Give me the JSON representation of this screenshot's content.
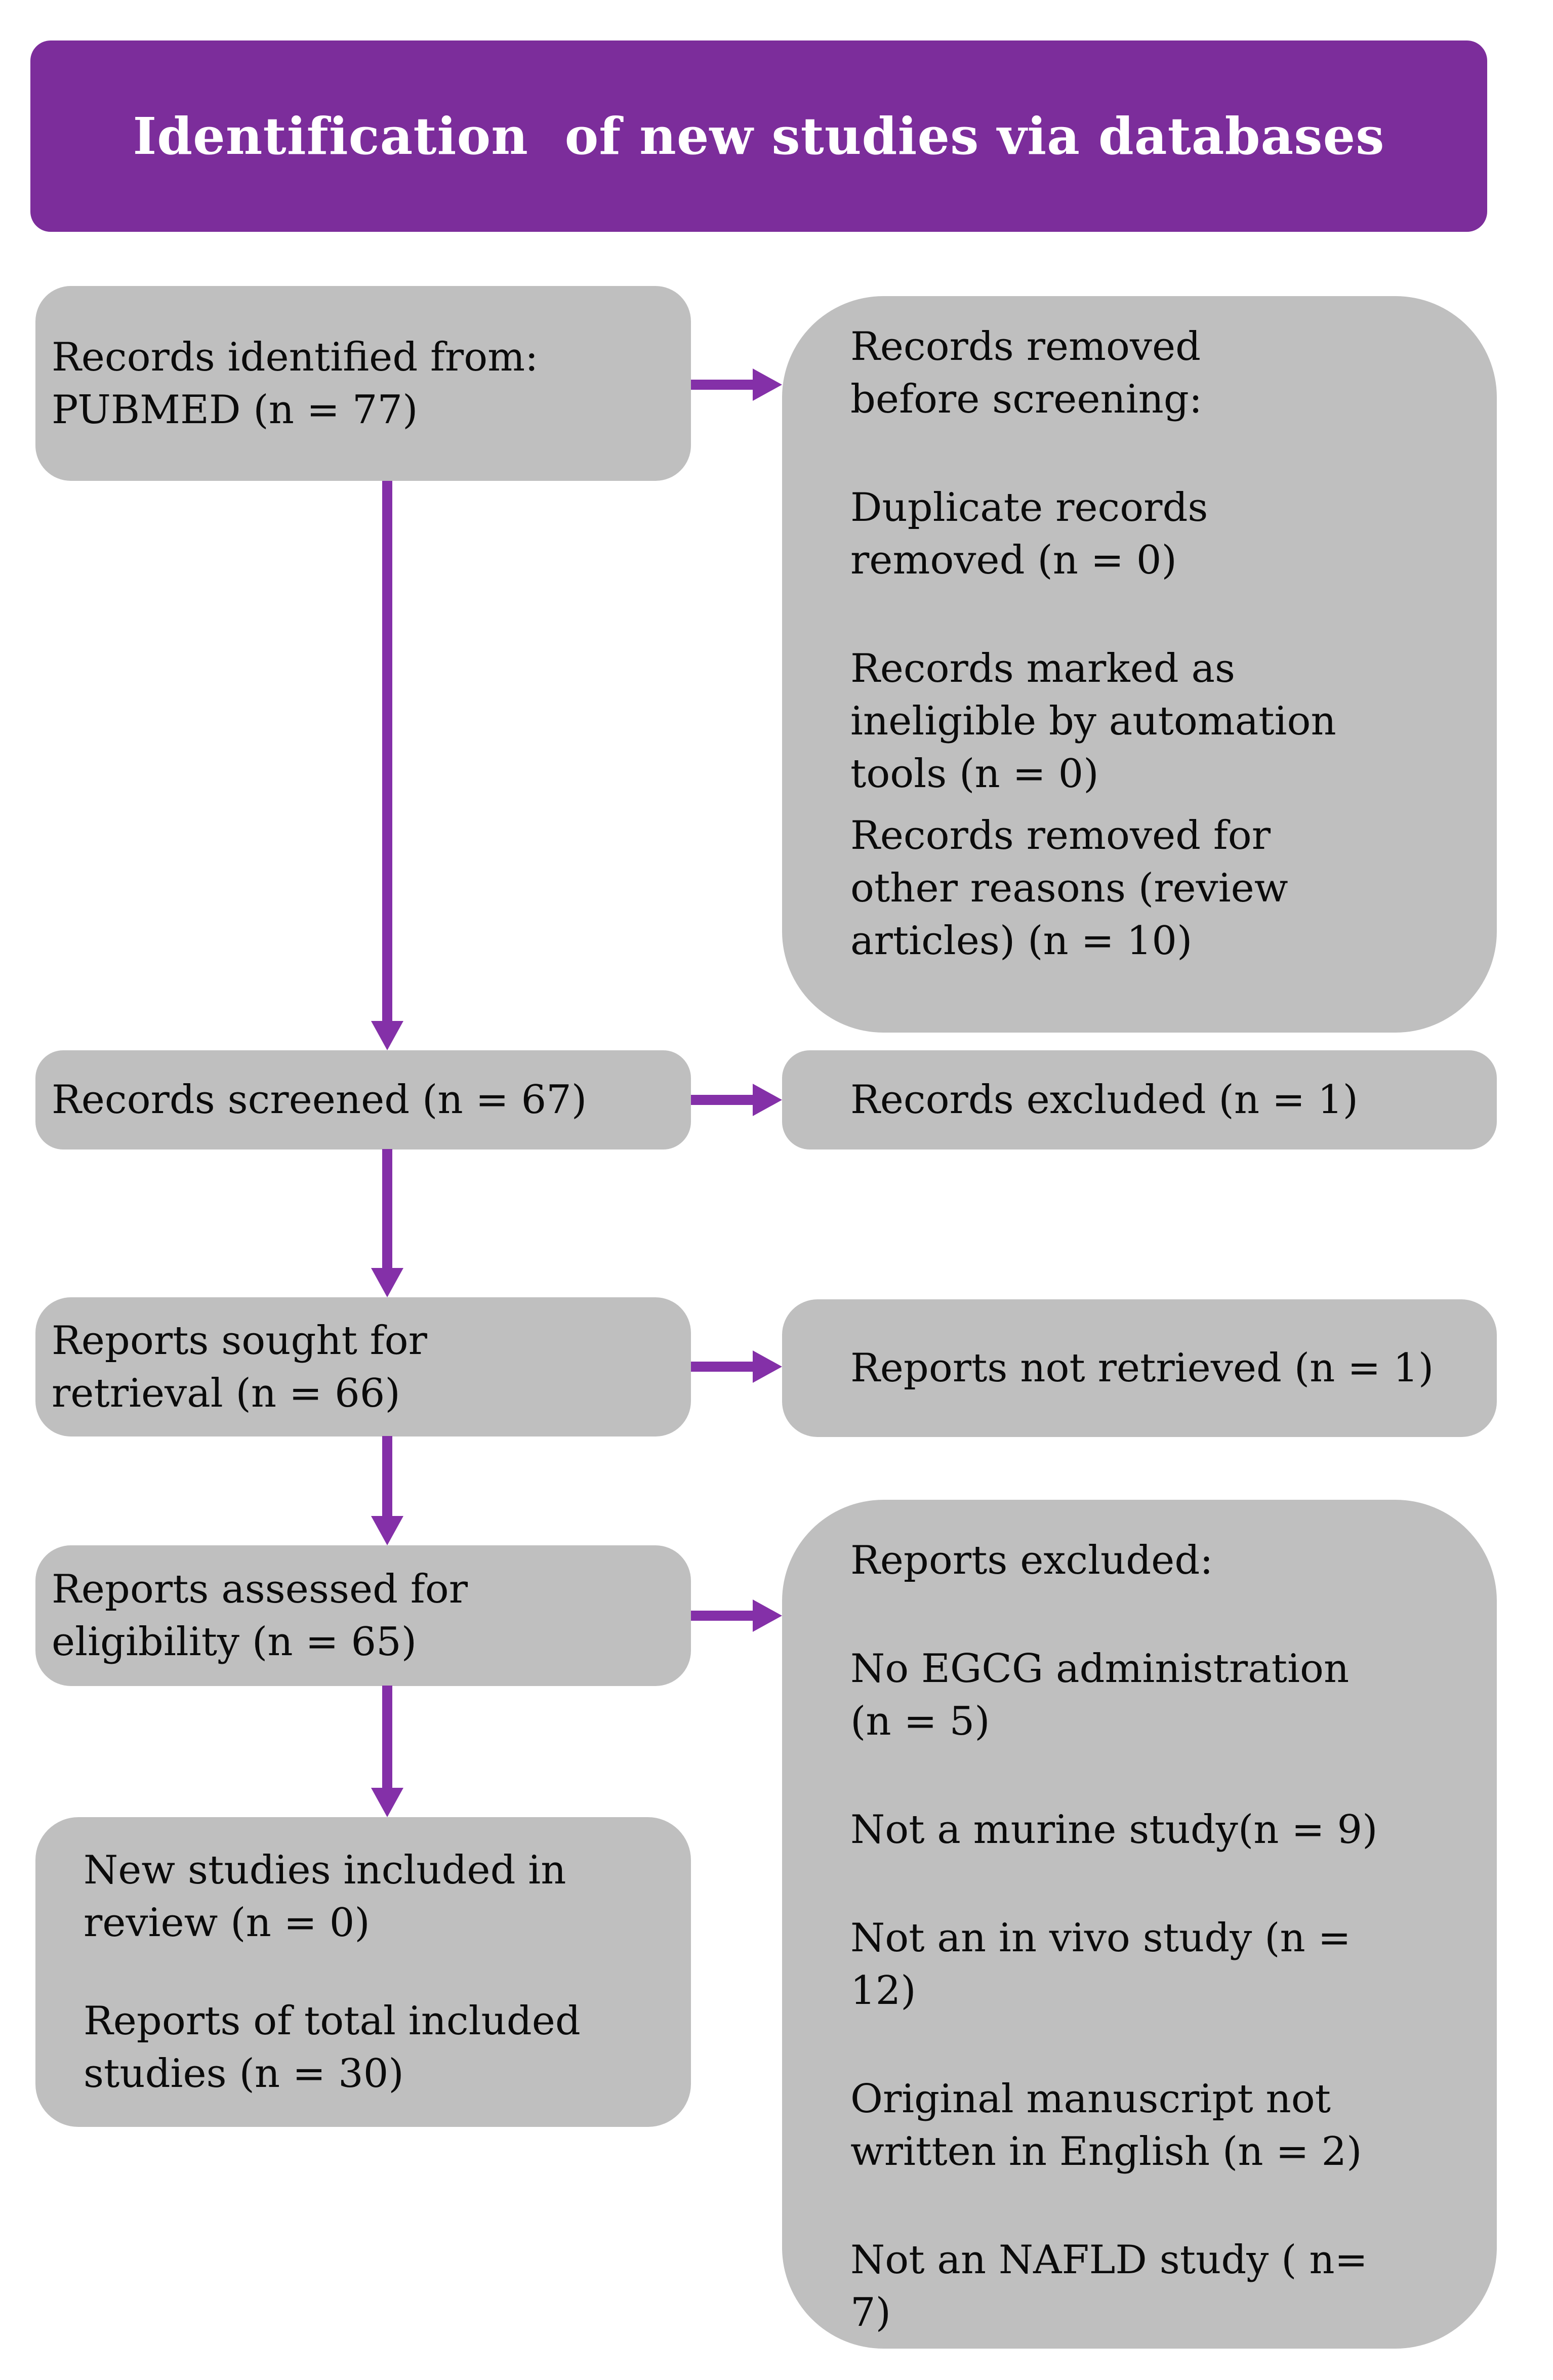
{
  "header": {
    "title": "Identification  of new studies via databases"
  },
  "colors": {
    "header_bg": "#7C2D9B",
    "title_text": "#FFFFFF",
    "box_bg": "#BFBFBF",
    "arrow": "#8430A8",
    "text": "#0B0B0B"
  },
  "left_column": {
    "records_identified": {
      "lines": [
        "Records identified from:",
        "PUBMED (n = 77)"
      ]
    },
    "records_screened": {
      "lines": [
        "Records screened (n = 67)"
      ]
    },
    "reports_sought": {
      "lines": [
        "Reports sought for",
        "retrieval (n = 66)"
      ]
    },
    "reports_assessed": {
      "lines": [
        "Reports assessed for",
        "eligibility (n = 65)"
      ]
    },
    "studies_included": {
      "paragraphs": [
        {
          "lines": [
            "New studies included in",
            "review (n = 0)"
          ]
        },
        {
          "lines": [
            "Reports of total included",
            "studies (n = 30)"
          ]
        }
      ]
    }
  },
  "right_column": {
    "records_removed": {
      "paragraphs": [
        {
          "lines": [
            "Records removed",
            "before screening:"
          ]
        },
        {
          "lines": [
            "Duplicate records",
            "removed (n = 0)"
          ]
        },
        {
          "lines": [
            "Records marked as",
            "ineligible by automation",
            "tools (n = 0)"
          ]
        },
        {
          "lines": [
            "Records removed for",
            "other reasons (review",
            "articles) (n = 10)"
          ]
        }
      ]
    },
    "records_excluded": {
      "lines": [
        "Records excluded (n = 1)"
      ]
    },
    "reports_not_retrieved": {
      "lines": [
        "Reports not retrieved (n = 1)"
      ]
    },
    "reports_excluded": {
      "paragraphs": [
        {
          "lines": [
            "Reports excluded:"
          ]
        },
        {
          "lines": [
            "No EGCG administration",
            "(n = 5)"
          ]
        },
        {
          "lines": [
            "Not a murine study(n = 9)"
          ]
        },
        {
          "lines": [
            "Not an in vivo study (n =",
            "12)"
          ]
        },
        {
          "lines": [
            "Original manuscript not",
            "written in English (n = 2)"
          ]
        },
        {
          "lines": [
            "Not an NAFLD study ( n=",
            "7)"
          ]
        }
      ]
    }
  }
}
